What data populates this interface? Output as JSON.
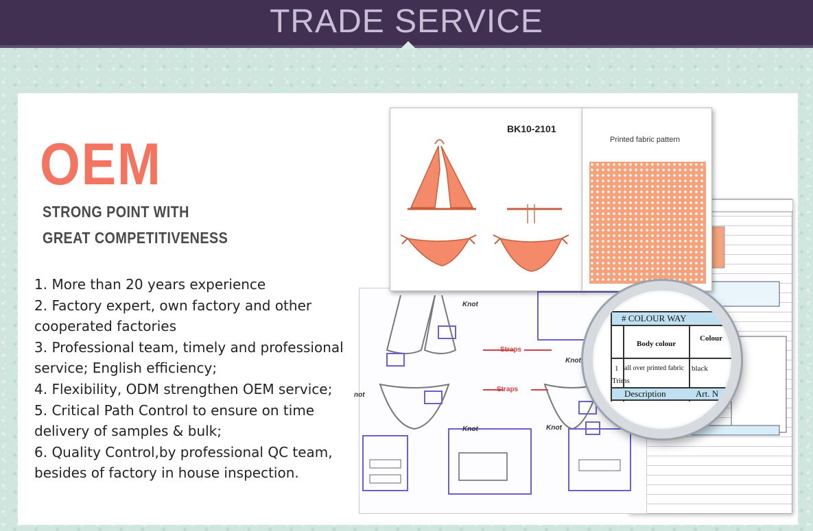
{
  "header": {
    "title": "TRADE SERVICE"
  },
  "hero": {
    "title": "OEM",
    "subtitle_line1": "STRONG POINT WITH",
    "subtitle_line2": "GREAT COMPETITIVENESS"
  },
  "points": [
    "1. More than 20 years experience",
    "2. Factory expert, own factory and other cooperated factories",
    "3. Professional team, timely and professional",
    "service; English efficiency;",
    "4. Flexibility, ODM strengthen OEM service;",
    "5. Critical Path Control to ensure on time delivery of samples & bulk;",
    "6. Quality Control,by professional QC team, besides of factory in house inspection."
  ],
  "illustration": {
    "sku": "BK10-2101",
    "fabric_label": "Printed fabric pattern",
    "labels": {
      "knot": "Knot",
      "straps": "Straps",
      "not": "not"
    },
    "magnifier": {
      "colour_way": "COLOUR WAY",
      "body_colour": "Body colour",
      "colour_col": "Colour",
      "row_num": "1",
      "row_desc": "all over printed fabric",
      "row_colour": "black",
      "trims": "Trims",
      "hash": "#",
      "description": "Description",
      "art_no": "Art. N"
    }
  },
  "colors": {
    "header_bg": "#413052",
    "header_text": "#c9bdd8",
    "accent": "#f47462",
    "fabric": "#f5a37d",
    "outline_blue": "#6a5fd0"
  }
}
